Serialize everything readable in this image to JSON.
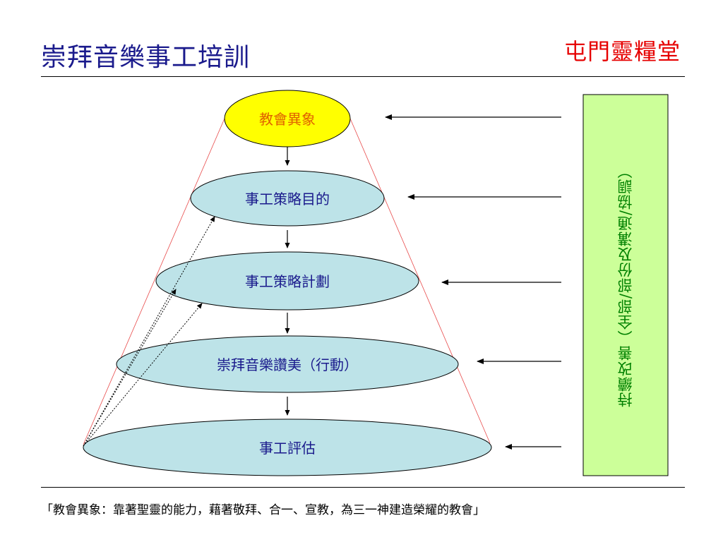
{
  "header": {
    "title": "崇拜音樂事工培訓",
    "brand": "屯門靈糧堂"
  },
  "diagram": {
    "nodes": [
      {
        "id": "vision",
        "label": "教會異象",
        "fill": "#ffff00"
      },
      {
        "id": "goals",
        "label": "事工策略目的",
        "fill": "#bde3e8"
      },
      {
        "id": "plan",
        "label": "事工策略計劃",
        "fill": "#bde3e8"
      },
      {
        "id": "action",
        "label": "崇拜音樂讚美（行動）",
        "fill": "#bde3e8"
      },
      {
        "id": "evaluation",
        "label": "事工評估",
        "fill": "#bde3e8"
      }
    ],
    "side_box": {
      "text": "持續改善（全部/部份及溝通/協調）",
      "fill": "#ccff99"
    },
    "colors": {
      "cone_line": "#e84a4a",
      "arrow": "#000000",
      "title": "#1a1a8c",
      "brand": "#e60000",
      "side_text": "#008000"
    }
  },
  "footer": {
    "quote": "「教會異象：靠著聖靈的能力，藉著敬拜、合一、宣教，為三一神建造榮耀的教會」"
  }
}
